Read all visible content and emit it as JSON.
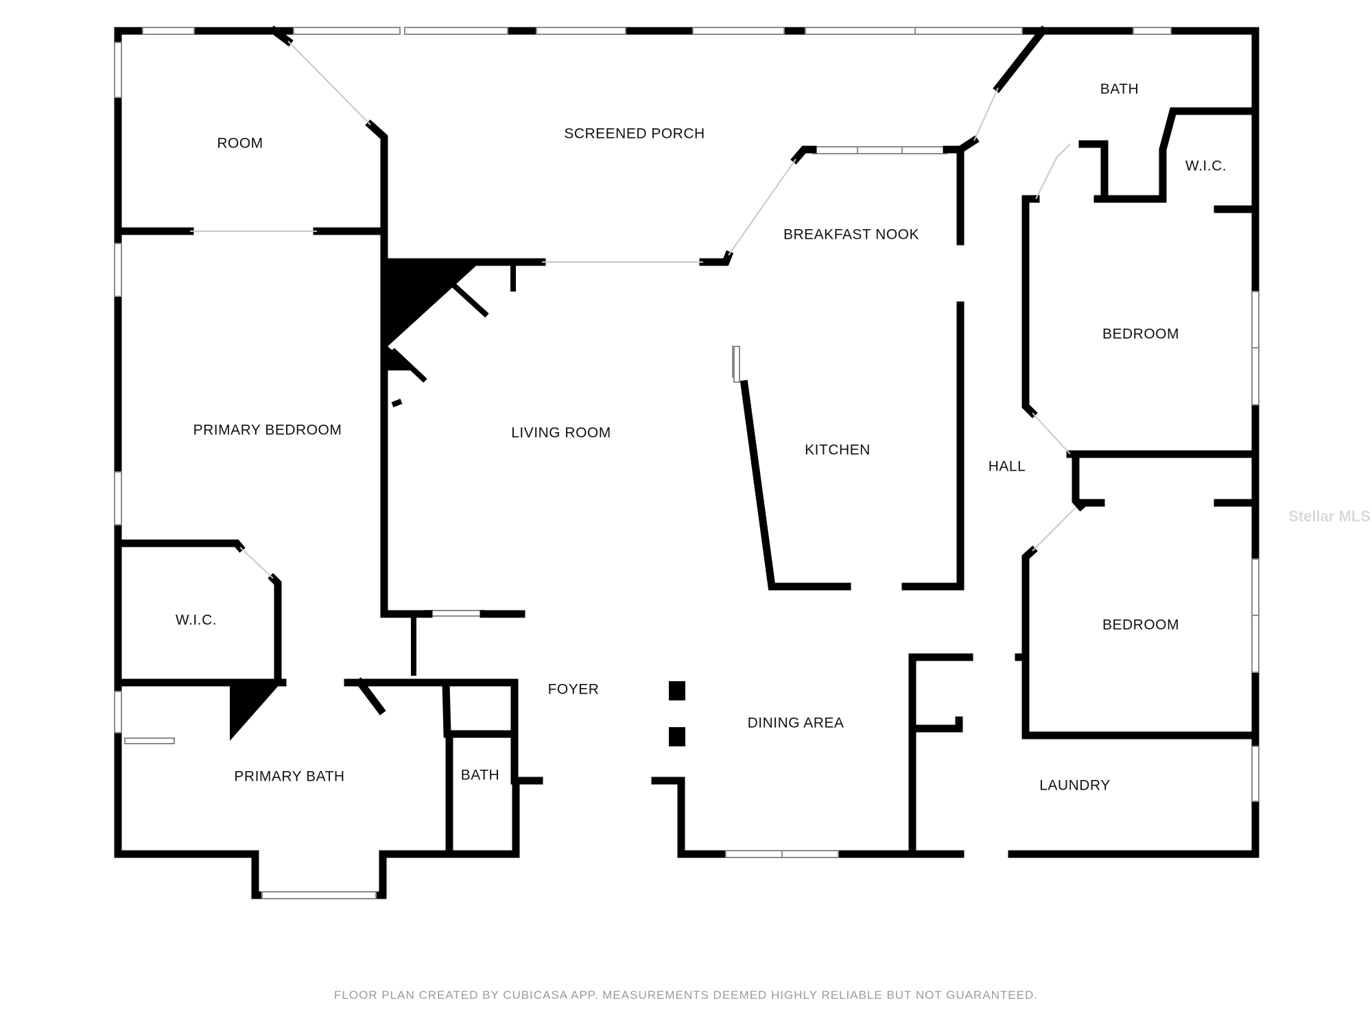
{
  "rooms": {
    "room": "ROOM",
    "screened_porch": "SCREENED PORCH",
    "bath_upper_right": "BATH",
    "wic_upper_right": "W.I.C.",
    "breakfast_nook": "BREAKFAST NOOK",
    "bedroom_right_upper": "BEDROOM",
    "primary_bedroom": "PRIMARY BEDROOM",
    "living_room": "LIVING ROOM",
    "kitchen": "KITCHEN",
    "hall": "HALL",
    "wic_left": "W.I.C.",
    "bedroom_right_lower": "BEDROOM",
    "foyer": "FOYER",
    "dining_area": "DINING AREA",
    "primary_bath": "PRIMARY BATH",
    "bath_small": "BATH",
    "laundry": "LAUNDRY"
  },
  "footer": {
    "disclaimer": "FLOOR PLAN CREATED BY CUBICASA APP. MEASUREMENTS DEEMED HIGHLY RELIABLE BUT NOT GUARANTEED.",
    "watermark": "Stellar MLS"
  },
  "colors": {
    "wall": "#000000",
    "background": "#ffffff",
    "window_frame": "#8a8a8a",
    "footer_text": "#9a9a9a"
  }
}
